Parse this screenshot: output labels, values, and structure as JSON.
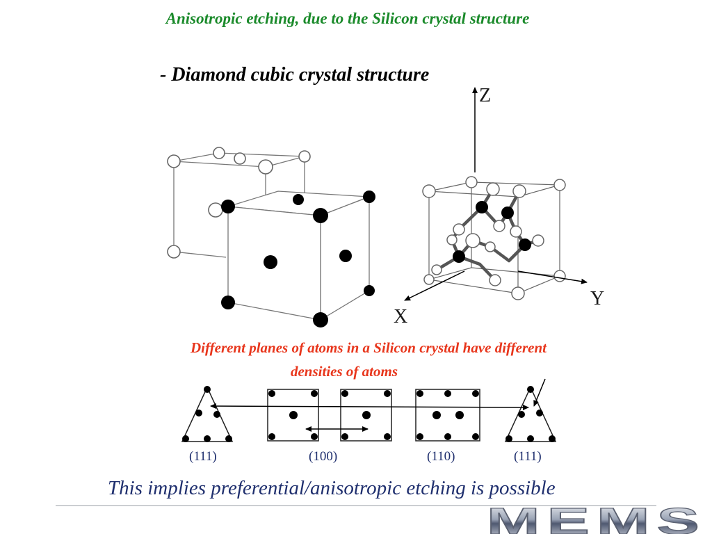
{
  "slide": {
    "title": "Anisotropic etching, due to the Silicon crystal structure",
    "subtitle": "- Diamond cubic crystal structure",
    "note_line1": "Different planes of atoms in a Silicon crystal have different",
    "note_line2": "densities of atoms",
    "conclusion": "This implies preferential/anisotropic etching is possible"
  },
  "axes": {
    "z": "Z",
    "y": "Y",
    "x": "X"
  },
  "planes": [
    "(111)",
    "(100)",
    "(110)",
    "(111)"
  ],
  "logo": "MEMS",
  "colors": {
    "title": "#1a8a2a",
    "note": "#e8361c",
    "conclusion": "#1f2f6e"
  }
}
